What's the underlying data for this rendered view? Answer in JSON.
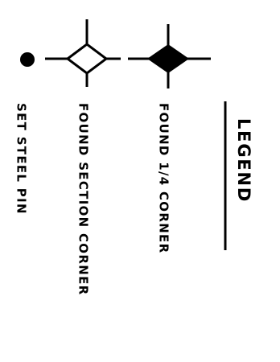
{
  "legend": {
    "title": "LEGEND",
    "items": [
      {
        "symbol": "found-quarter-corner-symbol",
        "label": "FOUND 1/4 CORNER"
      },
      {
        "symbol": "found-section-corner-symbol",
        "label": "FOUND SECTION CORNER"
      },
      {
        "symbol": "set-steel-pin-symbol",
        "label": "SET STEEL PIN"
      }
    ]
  },
  "colors": {
    "ink": "#000000",
    "background": "#ffffff"
  }
}
